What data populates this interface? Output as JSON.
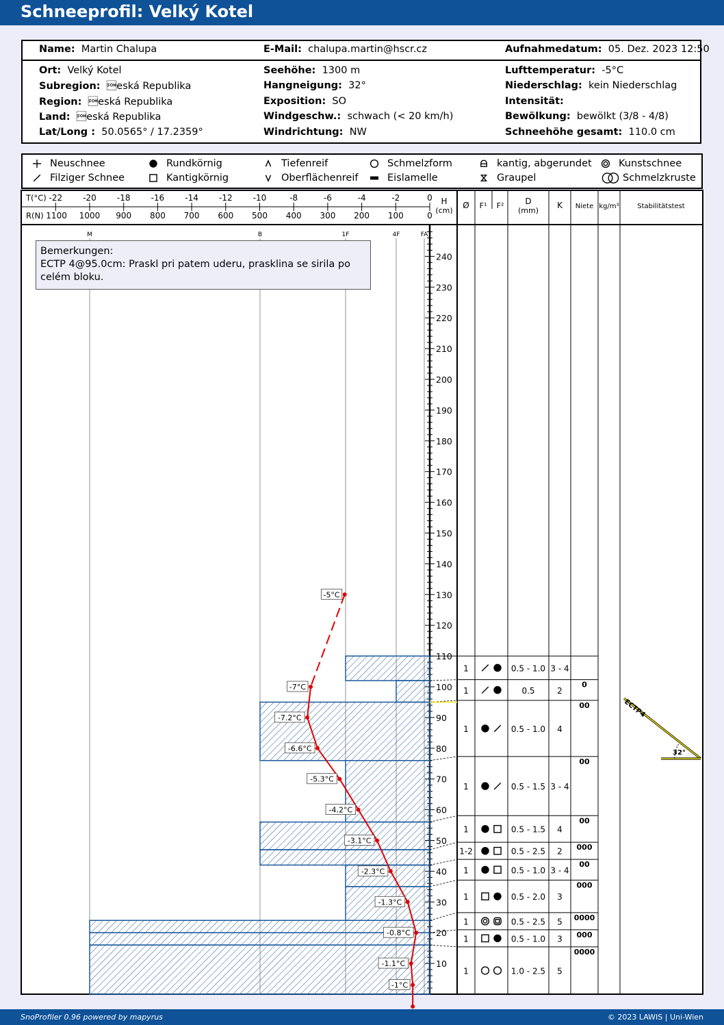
{
  "title": "Schneeprofil: Velký Kotel",
  "footer": {
    "left": "SnoProfiler 0.96 powered by mapyrus",
    "right": "© 2023 LAWIS | Uni-Wien"
  },
  "info": {
    "name_label": "Name:",
    "name": "Martin Chalupa",
    "email_label": "E-Mail:",
    "email": "chalupa.martin@hscr.cz",
    "date_label": "Aufnahmedatum:",
    "date": "05. Dez. 2023 12:50",
    "ort_label": "Ort:",
    "ort": "Velký Kotel",
    "subregion_label": "Subregion:",
    "subregion": "\u0001eská Republika",
    "region_label": "Region:",
    "region": "\u0001eská Republika",
    "land_label": "Land:",
    "land": "\u0001eská Republika",
    "latlong_label": "Lat/Long :",
    "latlong": "50.0565° / 17.2359°",
    "seehoehe_label": "Seehöhe:",
    "seehoehe": "1300 m",
    "hangneigung_label": "Hangneigung:",
    "hangneigung": "32°",
    "exposition_label": "Exposition:",
    "exposition": "SO",
    "windgeschw_label": "Windgeschw.:",
    "windgeschw": "schwach (< 20 km/h)",
    "windrichtung_label": "Windrichtung:",
    "windrichtung": "NW",
    "lufttemp_label": "Lufttemperatur:",
    "lufttemp": "-5°C",
    "niederschlag_label": "Niederschlag:",
    "niederschlag": "kein Niederschlag",
    "intensitaet_label": "Intensität:",
    "intensitaet": "",
    "bewoelkung_label": "Bewölkung:",
    "bewoelkung": "bewölkt (3/8 - 4/8)",
    "schneehoehe_label": "Schneehöhe gesamt:",
    "schneehoehe": "110.0 cm"
  },
  "legend": [
    {
      "icon": "plus-icon",
      "label": "Neuschnee"
    },
    {
      "icon": "filled-circle-icon",
      "label": "Rundkörnig"
    },
    {
      "icon": "caret-up-icon",
      "label": "Tiefenreif"
    },
    {
      "icon": "open-circle-icon",
      "label": "Schmelzform"
    },
    {
      "icon": "rounded-square-icon",
      "label": "kantig, abgerundet"
    },
    {
      "icon": "double-circle-icon",
      "label": "Kunstschnee"
    },
    {
      "icon": "slash-icon",
      "label": "Filziger Schnee"
    },
    {
      "icon": "open-square-icon",
      "label": "Kantigkörnig"
    },
    {
      "icon": "caret-down-icon",
      "label": "Oberflächenreif"
    },
    {
      "icon": "filled-rect-icon",
      "label": "Eislamelle"
    },
    {
      "icon": "graupel-icon",
      "label": "Graupel"
    },
    {
      "icon": "linked-circles-icon",
      "label": "Schmelzkruste"
    }
  ],
  "remarks": {
    "heading": "Bemerkungen:",
    "text": "ECTP 4@95.0cm: Praskl pri patem uderu, prasklina se sirila po celém bloku."
  },
  "chart_data": {
    "type": "snow-profile",
    "temp_axis": {
      "label": "T(°C)",
      "ticks": [
        -22,
        -20,
        -18,
        -16,
        -14,
        -12,
        -10,
        -8,
        -6,
        -4,
        -2,
        0
      ]
    },
    "resistance_axis": {
      "label": "R(N)",
      "ticks": [
        1100,
        1000,
        900,
        800,
        700,
        600,
        500,
        400,
        300,
        200,
        100,
        0
      ]
    },
    "hand_hardness": [
      "M",
      "B",
      "1F",
      "4F",
      "FA"
    ],
    "height_axis": {
      "label": "H",
      "unit": "(cm)",
      "ticks": [
        10,
        20,
        30,
        40,
        50,
        60,
        70,
        80,
        90,
        100,
        110,
        120,
        130,
        140,
        150,
        160,
        170,
        180,
        190,
        200,
        210,
        220,
        230,
        240
      ],
      "min": 0,
      "max": 240
    },
    "table_headers": {
      "wetness": "Ø",
      "f1": "F¹",
      "f2": "F²",
      "size": "D",
      "size_unit": "(mm)",
      "hardness": "K",
      "niete": "Niete",
      "density": "kg/m³",
      "stability": "Stabilitätstest"
    },
    "layers": [
      {
        "from": 0,
        "to": 16,
        "hand": "M",
        "wet": "1",
        "f1": "open-circle-icon",
        "f2": "open-circle-icon",
        "size": "1.0 - 2.5",
        "k": "5",
        "niete": "0000"
      },
      {
        "from": 16,
        "to": 20,
        "hand": "M",
        "wet": "1",
        "f1": "open-square-icon",
        "f2": "filled-circle-icon",
        "size": "0.5 - 1.0",
        "k": "3",
        "niete": "000"
      },
      {
        "from": 20,
        "to": 24,
        "hand": "M",
        "wet": "1",
        "f1": "double-circle-icon",
        "f2": "double-square-icon",
        "size": "0.5 - 2.5",
        "k": "5",
        "niete": "0000"
      },
      {
        "from": 24,
        "to": 35,
        "hand": "1F",
        "wet": "1",
        "f1": "open-square-icon",
        "f2": "filled-circle-icon",
        "size": "0.5 - 2.0",
        "k": "3",
        "niete": "000"
      },
      {
        "from": 35,
        "to": 42,
        "hand": "1F",
        "wet": "1",
        "f1": "filled-circle-icon",
        "f2": "open-square-icon",
        "size": "0.5 - 1.0",
        "k": "3 - 4",
        "niete": "00"
      },
      {
        "from": 42,
        "to": 47,
        "hand": "B",
        "wet": "1-2",
        "f1": "filled-circle-icon",
        "f2": "open-square-icon",
        "size": "0.5 - 2.5",
        "k": "2",
        "niete": "000"
      },
      {
        "from": 47,
        "to": 56,
        "hand": "B",
        "wet": "1",
        "f1": "filled-circle-icon",
        "f2": "open-square-icon",
        "size": "0.5 - 1.5",
        "k": "4",
        "niete": "00"
      },
      {
        "from": 56,
        "to": 76,
        "hand": "1F",
        "wet": "1",
        "f1": "filled-circle-icon",
        "f2": "slash-icon",
        "size": "0.5 - 1.5",
        "k": "3 - 4",
        "niete": "00"
      },
      {
        "from": 76,
        "to": 95,
        "hand": "B",
        "wet": "1",
        "f1": "filled-circle-icon",
        "f2": "slash-icon",
        "size": "0.5 - 1.0",
        "k": "4",
        "niete": "00"
      },
      {
        "from": 95,
        "to": 102,
        "hand": "4F",
        "wet": "1",
        "f1": "slash-icon",
        "f2": "filled-circle-icon",
        "size": "0.5",
        "k": "2",
        "niete": "0"
      },
      {
        "from": 102,
        "to": 110,
        "hand": "1F",
        "wet": "1",
        "f1": "slash-icon",
        "f2": "filled-circle-icon",
        "size": "0.5 - 1.0",
        "k": "3 - 4",
        "niete": ""
      }
    ],
    "temperatures": [
      {
        "h": 130,
        "t": -5,
        "label": "-5°C"
      },
      {
        "h": 100,
        "t": -7,
        "label": "-7°C"
      },
      {
        "h": 90,
        "t": -7.2,
        "label": "-7.2°C"
      },
      {
        "h": 80,
        "t": -6.6,
        "label": "-6.6°C"
      },
      {
        "h": 70,
        "t": -5.3,
        "label": "-5.3°C"
      },
      {
        "h": 60,
        "t": -4.2,
        "label": "-4.2°C"
      },
      {
        "h": 50,
        "t": -3.1,
        "label": "-3.1°C"
      },
      {
        "h": 40,
        "t": -2.3,
        "label": "-2.3°C"
      },
      {
        "h": 30,
        "t": -1.3,
        "label": "-1.3°C"
      },
      {
        "h": 20,
        "t": -0.8,
        "label": "-0.8°C"
      },
      {
        "h": 10,
        "t": -1.1,
        "label": "-1.1°C"
      },
      {
        "h": 3,
        "t": -1,
        "label": "-1°C"
      },
      {
        "h": -4,
        "t": -1,
        "label": ""
      }
    ],
    "stability_test": {
      "name": "ECTP4",
      "height": 95,
      "slope": "32°"
    },
    "weak_layer_height": 95,
    "colors": {
      "temperature": "#e00000",
      "layer": "#1d5a9e",
      "weak_layer": "#f0e000"
    }
  }
}
